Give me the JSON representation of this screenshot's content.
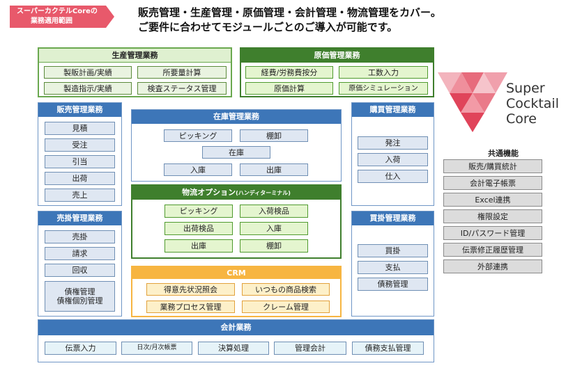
{
  "tag": {
    "line1": "スーパーカクテルCoreの",
    "line2": "業務適用範囲"
  },
  "headline": {
    "line1": "販売管理・生産管理・原価管理・会計管理・物流管理をカバー。",
    "line2": "ご要件に合わせてモジュールごとのご導入が可能です。"
  },
  "production": {
    "title": "生産管理業務",
    "items": [
      "製販計画/実績",
      "所要量計算",
      "製造指示/実績",
      "検査ステータス管理"
    ]
  },
  "cost": {
    "title": "原価管理業務",
    "items": [
      "経費/労務費按分",
      "工数入力",
      "原価計算",
      "原価シミュレーション"
    ]
  },
  "sales": {
    "title": "販売管理業務",
    "items": [
      "見積",
      "受注",
      "引当",
      "出荷",
      "売上"
    ]
  },
  "receivable": {
    "title": "売掛管理業務",
    "items": [
      "売掛",
      "請求",
      "回収"
    ],
    "multi": {
      "line1": "債権管理",
      "line2": "債権個別管理"
    }
  },
  "inventory": {
    "title": "在庫管理業務",
    "items": [
      "ピッキング",
      "棚卸",
      "在庫",
      "入庫",
      "出庫"
    ]
  },
  "logistics": {
    "title": "物流オプション",
    "title_sub": "(ハンディターミナル)",
    "items": [
      "ピッキング",
      "入荷検品",
      "出荷検品",
      "入庫",
      "出庫",
      "棚卸"
    ]
  },
  "crm": {
    "title": "CRM",
    "items": [
      "得意先状況照会",
      "いつもの商品検索",
      "業務プロセス管理",
      "クレーム管理"
    ]
  },
  "purchase": {
    "title": "購買管理業務",
    "items": [
      "発注",
      "入荷",
      "仕入"
    ]
  },
  "payable": {
    "title": "買掛管理業務",
    "items": [
      "買掛",
      "支払",
      "債務管理"
    ]
  },
  "accounting": {
    "title": "会計業務",
    "items": [
      "伝票入力",
      "日次/月次帳票",
      "決算処理",
      "管理会計",
      "債務支払管理"
    ]
  },
  "logo": {
    "line1": "Super",
    "line2": "Cocktail",
    "line3": "Core"
  },
  "common": {
    "title": "共通機能",
    "items": [
      "販売/購買統計",
      "会計電子帳票",
      "Excel連携",
      "権限設定",
      "ID/パスワード管理",
      "伝票修正履歴管理",
      "外部連携"
    ]
  },
  "colors": {
    "tag": "#e8596b",
    "blue_header": "#3d76b8",
    "green_header": "#3f7f2d",
    "orange_header": "#f7b541",
    "logo_red": "#e0445a"
  }
}
